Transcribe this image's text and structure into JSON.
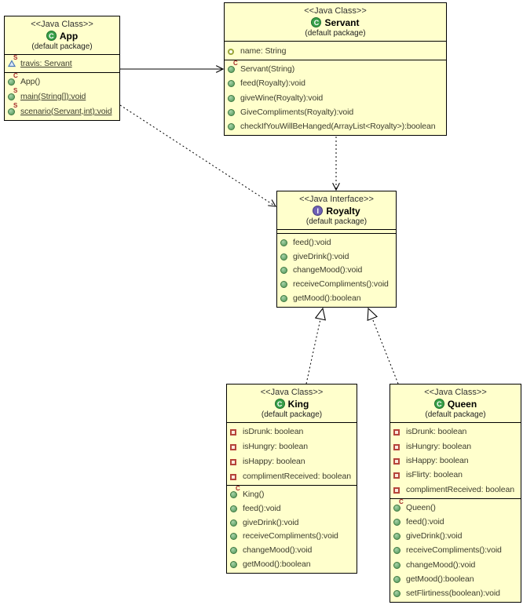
{
  "diagram_colors": {
    "node_fill": "#ffffcc",
    "node_border": "#000000",
    "class_icon_green": "#3aa14a",
    "interface_icon_purple": "#6f61b5",
    "private_icon_red": "#b5443a",
    "package_icon_olive": "#9aa63a",
    "package_icon_blue": "#4a7ab8",
    "modifier_red": "#a52a2a"
  },
  "classes": [
    {
      "id": "App",
      "stereotype": "<<Java Class>>",
      "kind": "class",
      "icon_letter": "C",
      "name": "App",
      "package": "(default package)",
      "fields": [
        {
          "icon": "triangle",
          "sup": "S",
          "underline": true,
          "text": "travis: Servant"
        }
      ],
      "methods": [
        {
          "icon": "circle",
          "sup": "C",
          "underline": false,
          "text": "App()"
        },
        {
          "icon": "circle",
          "sup": "S",
          "underline": true,
          "text": "main(String[]):void"
        },
        {
          "icon": "circle",
          "sup": "S",
          "underline": true,
          "text": "scenario(Servant,int):void"
        }
      ]
    },
    {
      "id": "Servant",
      "stereotype": "<<Java Class>>",
      "kind": "class",
      "icon_letter": "C",
      "name": "Servant",
      "package": "(default package)",
      "fields": [
        {
          "icon": "ring",
          "sup": "",
          "underline": false,
          "text": "name: String"
        }
      ],
      "methods": [
        {
          "icon": "circle",
          "sup": "C",
          "underline": false,
          "text": "Servant(String)"
        },
        {
          "icon": "circle",
          "sup": "",
          "underline": false,
          "text": "feed(Royalty):void"
        },
        {
          "icon": "circle",
          "sup": "",
          "underline": false,
          "text": "giveWine(Royalty):void"
        },
        {
          "icon": "circle",
          "sup": "",
          "underline": false,
          "text": "GiveCompliments(Royalty):void"
        },
        {
          "icon": "circle",
          "sup": "",
          "underline": false,
          "text": "checkIfYouWillBeHanged(ArrayList<Royalty>):boolean"
        }
      ]
    },
    {
      "id": "Royalty",
      "stereotype": "<<Java Interface>>",
      "kind": "interface",
      "icon_letter": "I",
      "name": "Royalty",
      "package": "(default package)",
      "fields": [],
      "methods": [
        {
          "icon": "circle",
          "sup": "",
          "underline": false,
          "text": "feed():void"
        },
        {
          "icon": "circle",
          "sup": "",
          "underline": false,
          "text": "giveDrink():void"
        },
        {
          "icon": "circle",
          "sup": "",
          "underline": false,
          "text": "changeMood():void"
        },
        {
          "icon": "circle",
          "sup": "",
          "underline": false,
          "text": "receiveCompliments():void"
        },
        {
          "icon": "circle",
          "sup": "",
          "underline": false,
          "text": "getMood():boolean"
        }
      ]
    },
    {
      "id": "King",
      "stereotype": "<<Java Class>>",
      "kind": "class",
      "icon_letter": "C",
      "name": "King",
      "package": "(default package)",
      "fields": [
        {
          "icon": "square",
          "sup": "",
          "underline": false,
          "text": "isDrunk: boolean"
        },
        {
          "icon": "square",
          "sup": "",
          "underline": false,
          "text": "isHungry: boolean"
        },
        {
          "icon": "square",
          "sup": "",
          "underline": false,
          "text": "isHappy: boolean"
        },
        {
          "icon": "square",
          "sup": "",
          "underline": false,
          "text": "complimentReceived: boolean"
        }
      ],
      "methods": [
        {
          "icon": "circle",
          "sup": "C",
          "underline": false,
          "text": "King()"
        },
        {
          "icon": "circle",
          "sup": "",
          "underline": false,
          "text": "feed():void"
        },
        {
          "icon": "circle",
          "sup": "",
          "underline": false,
          "text": "giveDrink():void"
        },
        {
          "icon": "circle",
          "sup": "",
          "underline": false,
          "text": "receiveCompliments():void"
        },
        {
          "icon": "circle",
          "sup": "",
          "underline": false,
          "text": "changeMood():void"
        },
        {
          "icon": "circle",
          "sup": "",
          "underline": false,
          "text": "getMood():boolean"
        }
      ]
    },
    {
      "id": "Queen",
      "stereotype": "<<Java Class>>",
      "kind": "class",
      "icon_letter": "C",
      "name": "Queen",
      "package": "(default package)",
      "fields": [
        {
          "icon": "square",
          "sup": "",
          "underline": false,
          "text": "isDrunk: boolean"
        },
        {
          "icon": "square",
          "sup": "",
          "underline": false,
          "text": "isHungry: boolean"
        },
        {
          "icon": "square",
          "sup": "",
          "underline": false,
          "text": "isHappy: boolean"
        },
        {
          "icon": "square",
          "sup": "",
          "underline": false,
          "text": "isFlirty: boolean"
        },
        {
          "icon": "square",
          "sup": "",
          "underline": false,
          "text": "complimentReceived: boolean"
        }
      ],
      "methods": [
        {
          "icon": "circle",
          "sup": "C",
          "underline": false,
          "text": "Queen()"
        },
        {
          "icon": "circle",
          "sup": "",
          "underline": false,
          "text": "feed():void"
        },
        {
          "icon": "circle",
          "sup": "",
          "underline": false,
          "text": "giveDrink():void"
        },
        {
          "icon": "circle",
          "sup": "",
          "underline": false,
          "text": "receiveCompliments():void"
        },
        {
          "icon": "circle",
          "sup": "",
          "underline": false,
          "text": "changeMood():void"
        },
        {
          "icon": "circle",
          "sup": "",
          "underline": false,
          "text": "getMood():boolean"
        },
        {
          "icon": "circle",
          "sup": "",
          "underline": false,
          "text": "setFlirtiness(boolean):void"
        }
      ]
    }
  ],
  "connectors": [
    {
      "name": "association-app-servant",
      "type": "association",
      "from": "App",
      "to": "Servant",
      "dashed": false,
      "head": "open",
      "points": [
        [
          153,
          88
        ],
        [
          284,
          88
        ]
      ]
    },
    {
      "name": "dependency-app-royalty",
      "type": "dependency",
      "from": "App",
      "to": "Royalty",
      "dashed": true,
      "head": "open",
      "points": [
        [
          153,
          134
        ],
        [
          351,
          263
        ]
      ]
    },
    {
      "name": "dependency-servant-royalty",
      "type": "dependency",
      "from": "Servant",
      "to": "Royalty",
      "dashed": true,
      "head": "open",
      "points": [
        [
          428,
          174
        ],
        [
          428,
          242
        ]
      ]
    },
    {
      "name": "realization-king-royalty",
      "type": "realization",
      "from": "King",
      "to": "Royalty",
      "dashed": true,
      "head": "triangle",
      "points": [
        [
          390,
          489
        ],
        [
          411,
          393
        ]
      ]
    },
    {
      "name": "realization-queen-royalty",
      "type": "realization",
      "from": "Queen",
      "to": "Royalty",
      "dashed": true,
      "head": "triangle",
      "points": [
        [
          507,
          489
        ],
        [
          469,
          393
        ]
      ]
    }
  ]
}
